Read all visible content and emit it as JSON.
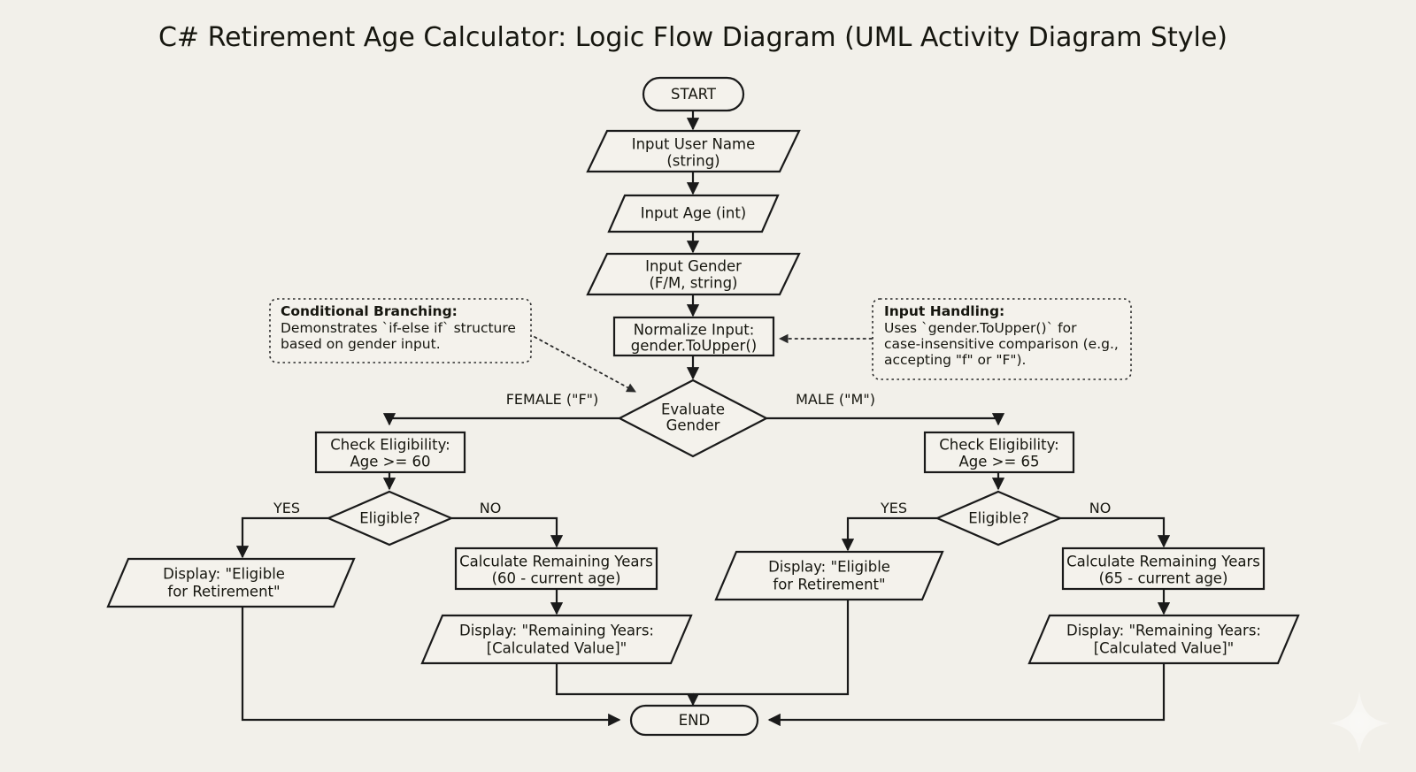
{
  "title": "C# Retirement Age Calculator: Logic Flow Diagram (UML Activity Diagram Style)",
  "colors": {
    "background": "#f2f0ea",
    "shape_fill": "#f4f2ec",
    "stroke": "#1a1a1a",
    "text": "#16160f",
    "watermark": "#ffffff"
  },
  "nodes": {
    "start": {
      "label": "START",
      "shape": "terminator"
    },
    "input_name": {
      "line1": "Input User Name",
      "line2": "(string)",
      "shape": "io-parallelogram"
    },
    "input_age": {
      "line1": "Input Age (int)",
      "line2": "",
      "shape": "io-parallelogram"
    },
    "input_gender": {
      "line1": "Input Gender",
      "line2": "(F/M, string)",
      "shape": "io-parallelogram"
    },
    "normalize": {
      "line1": "Normalize Input:",
      "line2": "gender.ToUpper()",
      "shape": "process-rect"
    },
    "evaluate_gender": {
      "line1": "Evaluate",
      "line2": "Gender",
      "shape": "decision-diamond"
    },
    "check_female": {
      "line1": "Check Eligibility:",
      "line2": "Age >= 60",
      "shape": "process-rect"
    },
    "check_male": {
      "line1": "Check Eligibility:",
      "line2": "Age >= 65",
      "shape": "process-rect"
    },
    "eligible_female": {
      "line1": "Eligible?",
      "line2": "",
      "shape": "decision-diamond"
    },
    "eligible_male": {
      "line1": "Eligible?",
      "line2": "",
      "shape": "decision-diamond"
    },
    "display_eligible_female": {
      "line1": "Display: \"Eligible",
      "line2": "for Retirement\"",
      "shape": "io-parallelogram"
    },
    "display_eligible_male": {
      "line1": "Display: \"Eligible",
      "line2": "for Retirement\"",
      "shape": "io-parallelogram"
    },
    "calc_female": {
      "line1": "Calculate Remaining Years",
      "line2": "(60 - current age)",
      "shape": "process-rect"
    },
    "calc_male": {
      "line1": "Calculate Remaining Years",
      "line2": "(65 - current age)",
      "shape": "process-rect"
    },
    "display_remaining_female": {
      "line1": "Display: \"Remaining Years:",
      "line2": "[Calculated Value]\"",
      "shape": "io-parallelogram"
    },
    "display_remaining_male": {
      "line1": "Display: \"Remaining Years:",
      "line2": "[Calculated Value]\"",
      "shape": "io-parallelogram"
    },
    "end": {
      "label": "END",
      "shape": "terminator"
    }
  },
  "edge_labels": {
    "female": "FEMALE (\"F\")",
    "male": "MALE (\"M\")",
    "yes_left": "YES",
    "no_left": "NO",
    "yes_right": "YES",
    "no_right": "NO"
  },
  "notes": {
    "conditional_branching": {
      "heading": "Conditional Branching:",
      "line1": "Demonstrates `if-else if` structure",
      "line2": "based on gender input."
    },
    "input_handling": {
      "heading": "Input Handling:",
      "line1": "Uses `gender.ToUpper()` for",
      "line2": "case-insensitive comparison (e.g.,",
      "line3": "accepting \"f\" or \"F\")."
    }
  },
  "watermark": {
    "name": "sparkle-icon"
  }
}
